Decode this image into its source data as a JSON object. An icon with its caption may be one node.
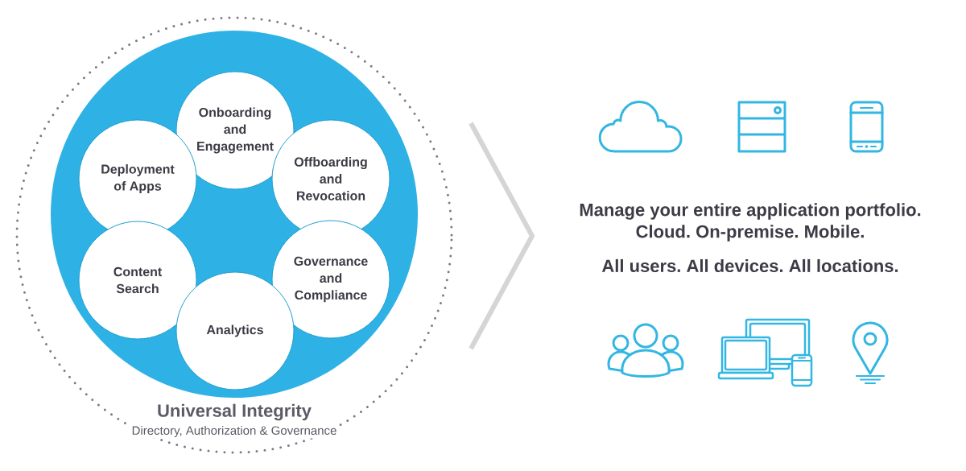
{
  "diagram": {
    "nodes": [
      {
        "text": [
          "Universal Integrity",
          "Directory, Authorization & Governance"
        ]
      },
      {
        "text": [],
        "shape": "circle",
        "in": 0
      },
      {
        "text": [
          "Onboarding and Engagement"
        ],
        "in": 1
      },
      {
        "text": [
          "Deployment of Apps"
        ],
        "in": 1
      },
      {
        "text": [
          "Offboarding and Revocation"
        ],
        "in": 1
      },
      {
        "text": [
          "Content Search"
        ],
        "in": 1
      },
      {
        "text": [
          "Governance and Compliance"
        ],
        "in": 1
      },
      {
        "text": [
          "Analytics"
        ],
        "in": 1
      }
    ],
    "labels": [
      "Manage your entire application portfolio. Cloud. On-premise. Mobile.",
      "All users. All devices. All locations."
    ]
  }
}
